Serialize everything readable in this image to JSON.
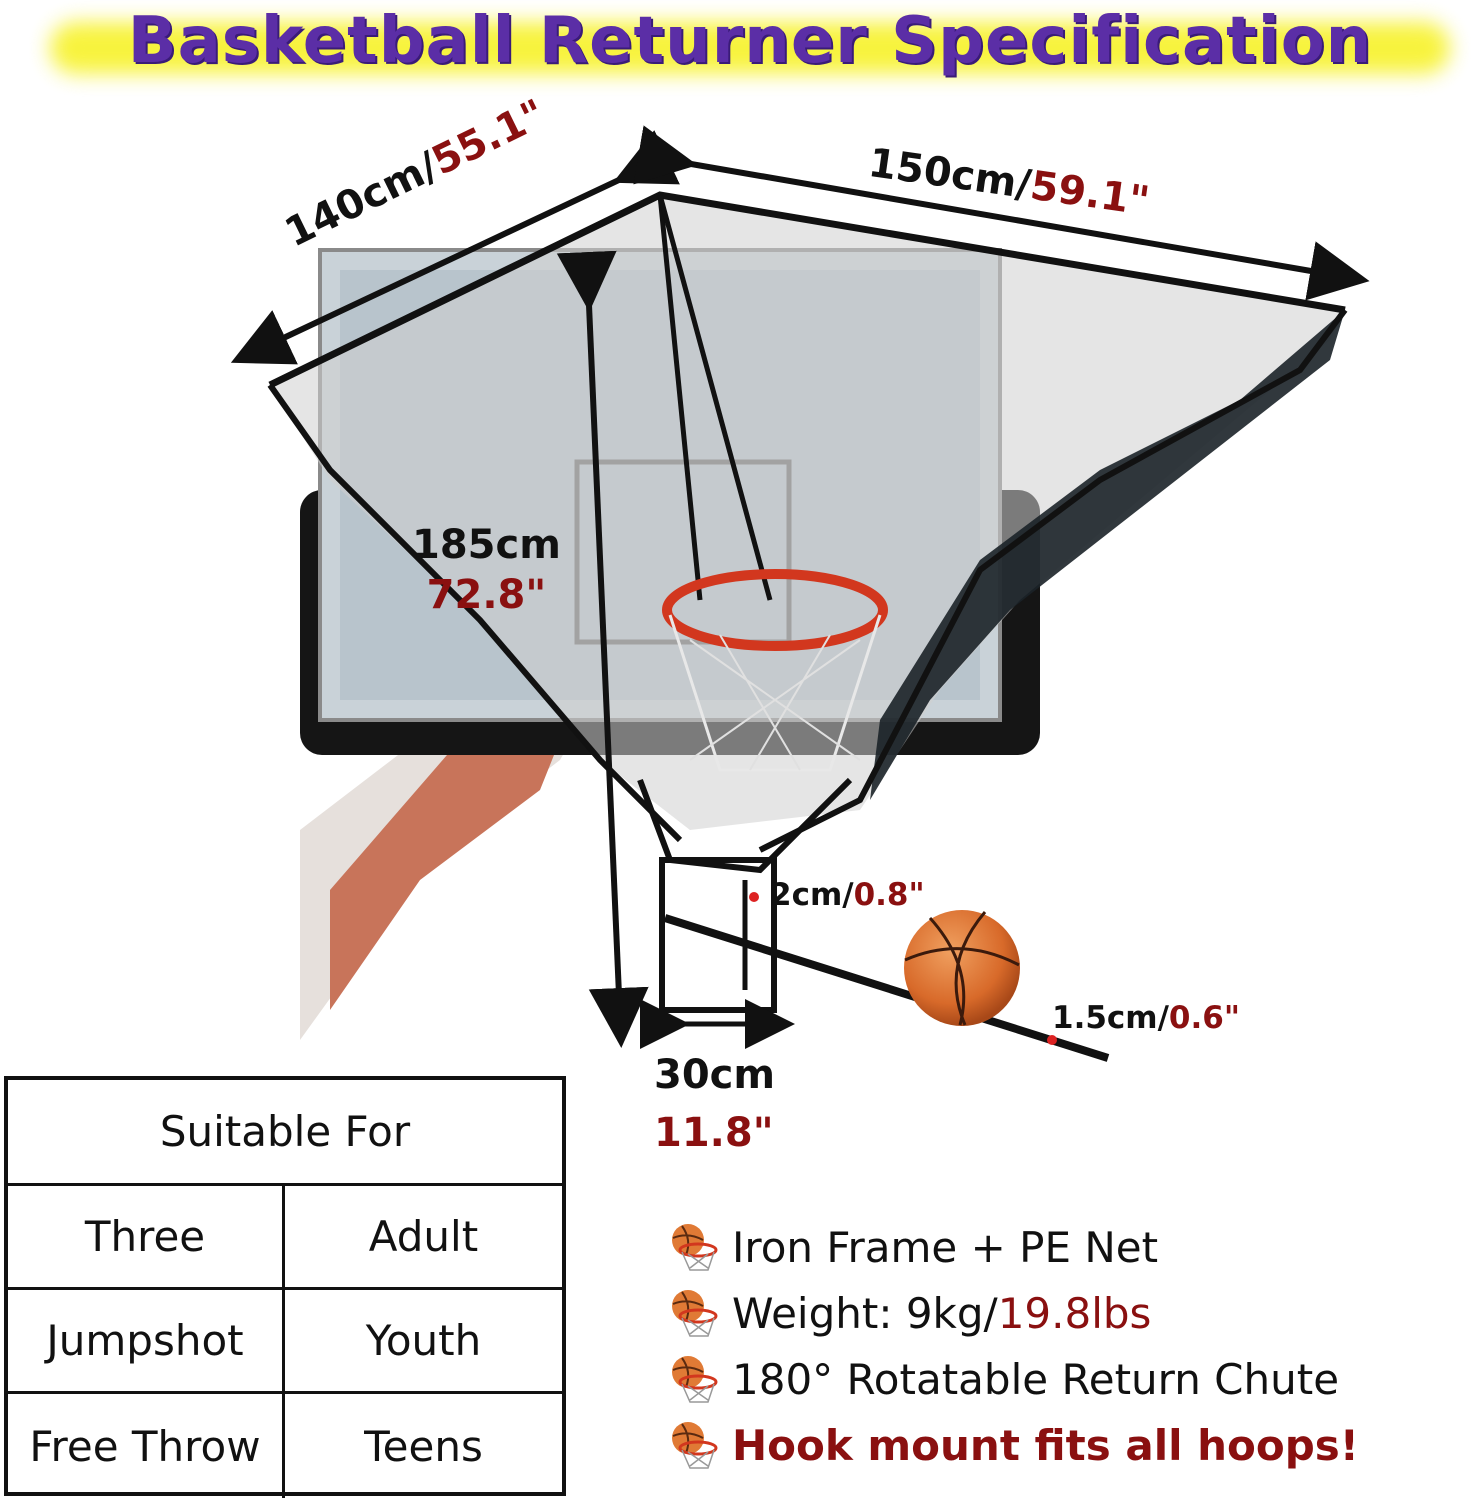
{
  "title": "Basketball Returner Specification",
  "dimensions": {
    "width_left": {
      "metric": "140cm/",
      "imperial": "55.1\""
    },
    "width_right": {
      "metric": "150cm/",
      "imperial": "59.1\""
    },
    "height": {
      "metric": "185cm",
      "imperial": "72.8\""
    },
    "chute_width": {
      "metric": "30cm",
      "imperial": "11.8\""
    },
    "tube_upper": {
      "metric": "2cm/",
      "imperial": "0.8\""
    },
    "tube_lower": {
      "metric": "1.5cm/",
      "imperial": "0.6\""
    }
  },
  "suitable_table": {
    "header": "Suitable For",
    "rows": [
      {
        "left": "Three",
        "right": "Adult"
      },
      {
        "left": "Jumpshot",
        "right": "Youth"
      },
      {
        "left": "Free Throw",
        "right": "Teens"
      }
    ]
  },
  "features": [
    {
      "text": "Iron Frame + PE Net"
    },
    {
      "text": "Weight: 9kg/",
      "highlight": "19.8lbs"
    },
    {
      "text": "180° Rotatable Return Chute"
    },
    {
      "text": "Hook mount fits all hoops!"
    }
  ],
  "colors": {
    "title": "#5b2ea6",
    "title_glow": "#f7f22a",
    "accent_red": "#8a1010",
    "ball": "#d86a2a"
  }
}
